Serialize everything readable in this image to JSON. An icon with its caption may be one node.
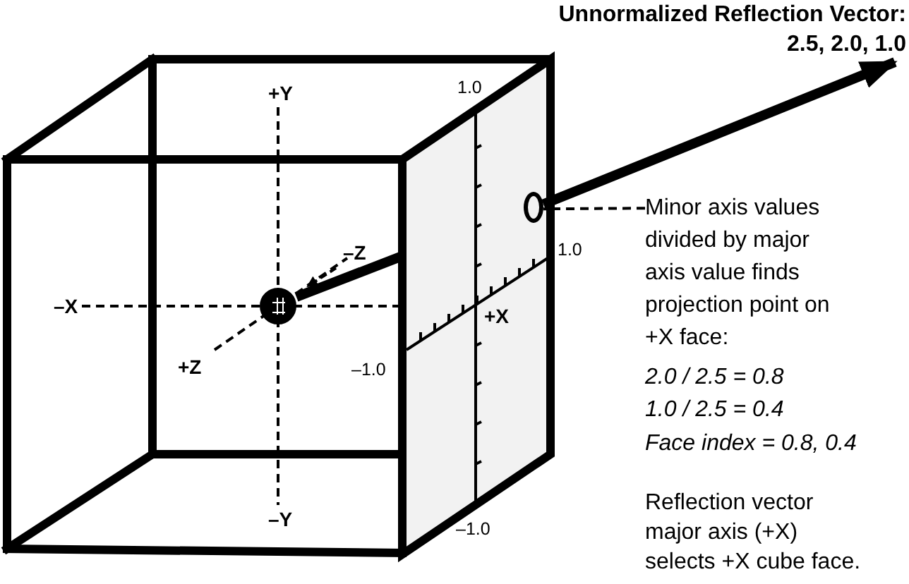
{
  "diagram": {
    "nodes": [
      {
        "text": [
          "Unnormalized Reflection Vector:",
          "2.5, 2.0, 1.0"
        ]
      },
      {
        "text": [],
        "shape": "circle"
      },
      {
        "text": [],
        "shape": "circle"
      },
      {
        "text": [
          "Minor axis values divided by major axis value finds projection point on +X face:"
        ]
      }
    ],
    "edges": [
      {
        "from": 2,
        "to": 1,
        "arrow": "none"
      },
      {
        "from": 1,
        "to": 0,
        "arrow": "to"
      },
      {
        "from": 3,
        "to": 1,
        "arrow": "none",
        "style": "dashed"
      }
    ],
    "labels": [
      "+Y",
      "–X",
      "–Z",
      "+Z",
      "–Y",
      "+X",
      "1.0",
      "1.0",
      "–1.0",
      "–1.0",
      "2.0 / 2.5 = 0.8",
      "1.0 / 2.5 = 0.4",
      "Face index = 0.8, 0.4",
      "Reflection vector major axis (+X) selects +X cube face."
    ]
  }
}
